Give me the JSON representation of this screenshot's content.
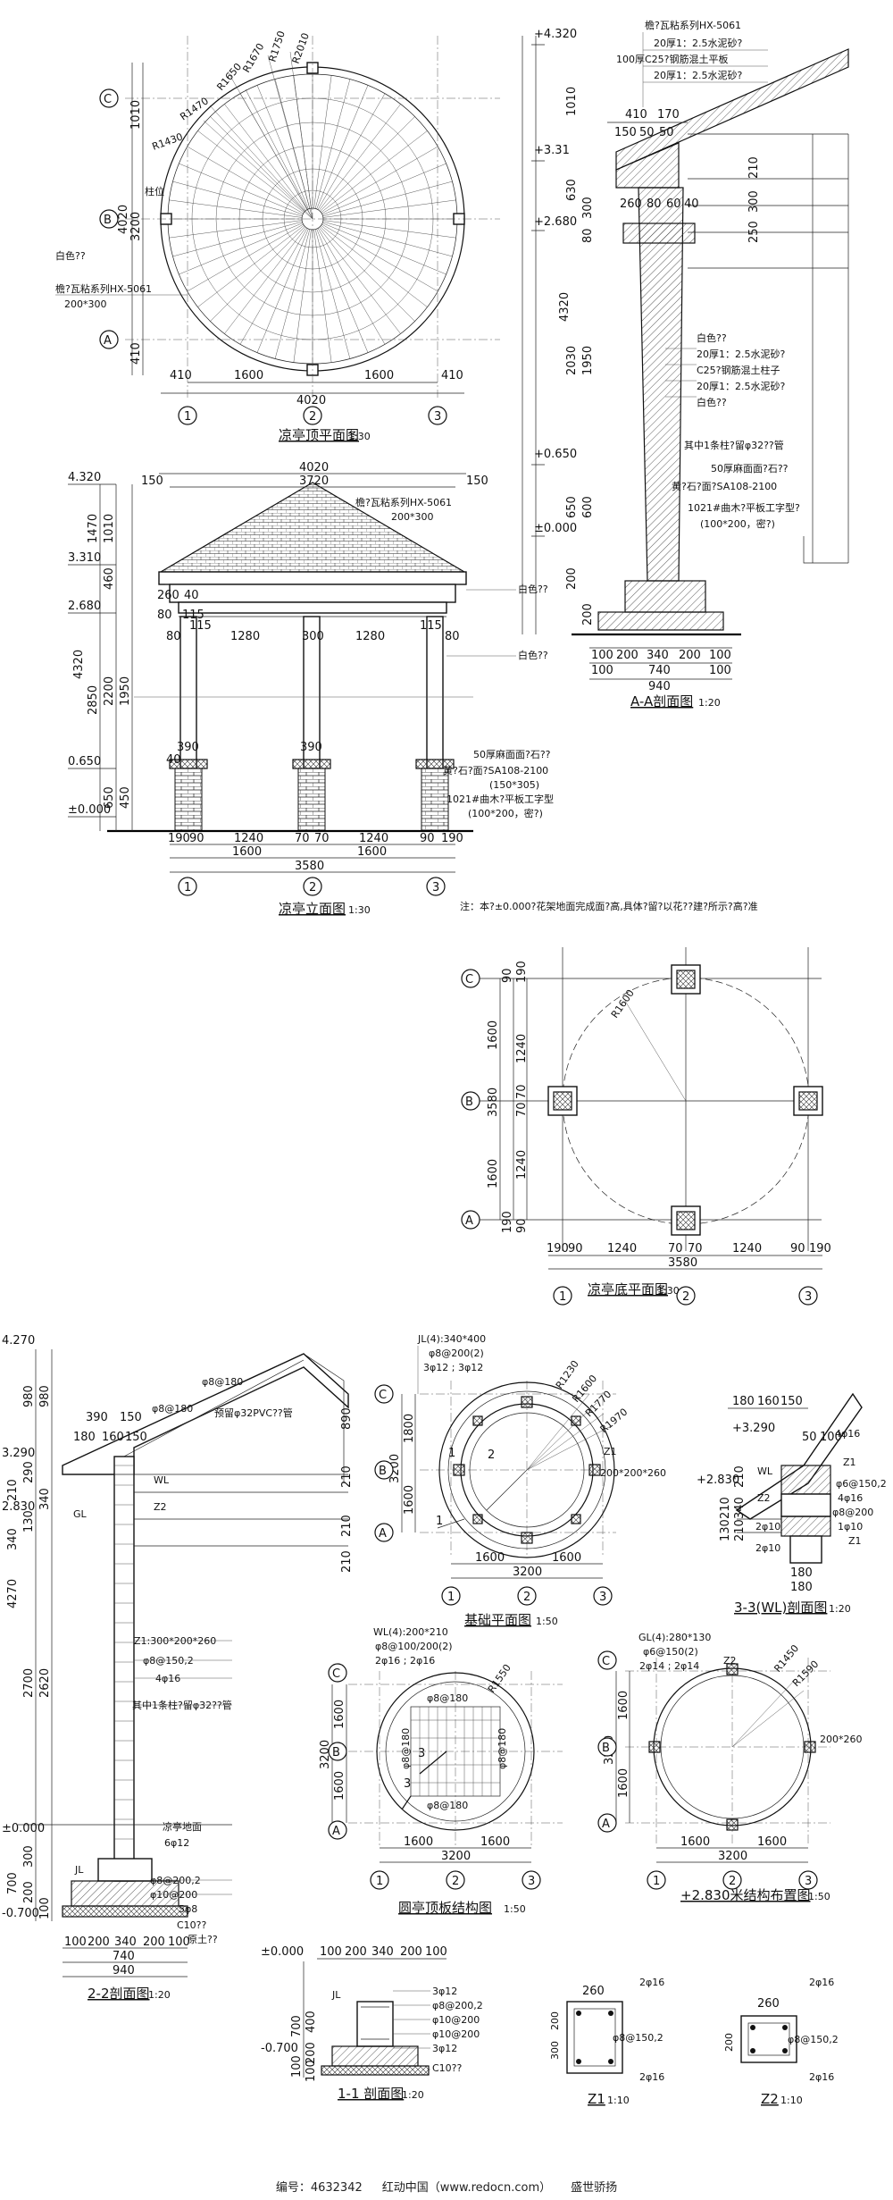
{
  "roof_plan": {
    "title": "凉亭顶平面图",
    "scale": "1:30",
    "radii": [
      "R2010",
      "R1750",
      "R1670",
      "R1650",
      "R1470",
      "R1430"
    ],
    "widths": [
      "410",
      "1600",
      "4020",
      "1600",
      "410"
    ],
    "side_dims": [
      "1010",
      "4020",
      "3200",
      "410"
    ],
    "grid_rows": [
      "C",
      "B",
      "A"
    ],
    "grid_cols": [
      "1",
      "2",
      "3"
    ],
    "notes": [
      "柱位",
      "白色??",
      "檐?瓦粘系列HX-5061",
      "200*300"
    ]
  },
  "section_aa": {
    "title": "A-A剖面图",
    "scale": "1:20",
    "levels": [
      "+4.320",
      "+3.31",
      "+2.680",
      "+0.650",
      "±0.000"
    ],
    "roof_notes": [
      "檐?瓦粘系列HX-5061",
      "20厚1：2.5水泥砂?",
      "100厚C25?钢筋混土平板",
      "20厚1：2.5水泥砂?"
    ],
    "top_dims": [
      "410",
      "170",
      "150",
      "50",
      "50",
      "260",
      "80",
      "60"
    ],
    "side_dims": [
      "1010",
      "630",
      "300",
      "80",
      "4320",
      "2030",
      "1950",
      "650",
      "600",
      "200",
      "200",
      "250",
      "210",
      "300"
    ],
    "col_notes": [
      "白色??",
      "20厚1：2.5水泥砂?",
      "C25?钢筋混土柱子",
      "20厚1：2.5水泥砂?",
      "白色??"
    ],
    "base_notes": [
      "其中1条柱?留φ32??管",
      "50厚麻面面?石??",
      "黄?石?面?SA108-2100",
      "1021#曲木?平板工字型?",
      "(100*200，密?)"
    ],
    "bottom_dims": [
      "100",
      "200",
      "340",
      "200",
      "100",
      "100",
      "740",
      "100",
      "940"
    ],
    "top_angle": "40"
  },
  "elevation": {
    "title": "凉亭立面图",
    "scale": "1:30",
    "levels": [
      "4.320",
      "3.310",
      "2.680",
      "0.650",
      "±0.000"
    ],
    "top_dims": [
      "4020",
      "3720",
      "150",
      "150"
    ],
    "roof_note": "檐?瓦粘系列HX-5061",
    "roof_size": "200*300",
    "beam_dims": [
      "80",
      "115",
      "1280",
      "300",
      "1280",
      "115",
      "80"
    ],
    "left_dims": [
      "1470",
      "1010",
      "460",
      "4320",
      "2850",
      "2200",
      "1950",
      "650",
      "450"
    ],
    "inner_dims": [
      "260",
      "40",
      "80",
      "115",
      "390",
      "40",
      "390"
    ],
    "bottom_dims": [
      "190",
      "90",
      "1240",
      "70",
      "70",
      "1240",
      "90",
      "190",
      "1600",
      "1600",
      "3580"
    ],
    "right_notes": [
      "白色??",
      "白色??",
      "50厚麻面面?石??",
      "黄?石?面?SA108-2100",
      "(150*305)",
      "1021#曲木?平板工字型",
      "(100*200，密?)"
    ],
    "footnote": "注：本?±0.000?花架地面完成面?高,具体?留?以花??建?所示?高?准"
  },
  "base_plan": {
    "title": "凉亭底平面图",
    "scale": "1:30",
    "radius": "R1600",
    "left_dims": [
      "1600",
      "3580",
      "1240",
      "70",
      "70",
      "1240",
      "1600",
      "90",
      "190",
      "190",
      "90"
    ],
    "bottom_dims": [
      "190",
      "90",
      "1240",
      "70",
      "70",
      "1240",
      "90",
      "190",
      "3580"
    ],
    "grid_rows": [
      "C",
      "B",
      "A"
    ],
    "grid_cols": [
      "1",
      "2",
      "3"
    ]
  },
  "section_22": {
    "title": "2-2剖面图",
    "scale": "1:20",
    "levels": [
      "4.270",
      "3.290",
      "2.830",
      "±0.000",
      "-0.700"
    ],
    "roof_notes": [
      "φ8@180",
      "φ8@180",
      "预留φ32PVC??管"
    ],
    "top_dims": [
      "390",
      "150",
      "180",
      "160",
      "150"
    ],
    "labels": [
      "WL",
      "Z2",
      "GL",
      "Z1:300*200*260",
      "φ8@150,2",
      "4φ16",
      "其中1条柱?留φ32??管",
      "凉亭地面",
      "6φ12",
      "JL",
      "φ8@200,2",
      "φ10@200",
      "5φ8",
      "C10??",
      "原土??"
    ],
    "side_dims": [
      "980",
      "890",
      "980",
      "210",
      "290",
      "340",
      "130",
      "210",
      "4270",
      "2700",
      "2620",
      "300",
      "700",
      "200",
      "100",
      "210",
      "340",
      "210"
    ],
    "bottom_dims": [
      "100",
      "200",
      "340",
      "200",
      "100",
      "740",
      "940"
    ]
  },
  "foundation_plan": {
    "title": "基础平面图",
    "scale": "1:50",
    "jl_label": "JL(4):340*400",
    "rebar": [
      "φ8@200(2)",
      "3φ12 ; 3φ12"
    ],
    "radii": [
      "R1230",
      "R1600",
      "R1770",
      "R1970"
    ],
    "z1_label": "Z1",
    "z1_size": "200*200*260",
    "left_dims": [
      "1800",
      "3200",
      "1600"
    ],
    "bottom_dims": [
      "1600",
      "1600",
      "3200"
    ],
    "marks": [
      "1",
      "2",
      "1"
    ],
    "grid_rows": [
      "C",
      "B",
      "A"
    ],
    "grid_cols": [
      "1",
      "2",
      "3"
    ]
  },
  "section_33": {
    "title": "3-3(WL)剖面图",
    "scale": "1:20",
    "levels": [
      "+3.290",
      "+2.830"
    ],
    "top_dims": [
      "180",
      "160",
      "150",
      "50",
      "100"
    ],
    "labels": [
      "4φ16",
      "Z1",
      "WL",
      "Z2",
      "φ6@150,2",
      "4φ16",
      "φ8@200",
      "1φ10",
      "2φ10",
      "Z1",
      "2φ10"
    ],
    "side_dims": [
      "210",
      "340",
      "210",
      "130",
      "210"
    ],
    "bottom_dims": [
      "180",
      "180"
    ]
  },
  "roof_slab_plan": {
    "title": "圆亭顶板结构图",
    "scale": "1:50",
    "wl_label": "WL(4):200*210",
    "rebar": [
      "φ8@100/200(2)",
      "2φ16 ; 2φ16",
      "φ8@180",
      "φ8@180",
      "φ8@180",
      "φ8@180"
    ],
    "radius": "R1550",
    "marks": [
      "3",
      "3"
    ],
    "left_dims": [
      "1600",
      "3200",
      "1600"
    ],
    "bottom_dims": [
      "1600",
      "1600",
      "3200"
    ],
    "grid_rows": [
      "C",
      "B",
      "A"
    ],
    "grid_cols": [
      "1",
      "2",
      "3"
    ]
  },
  "beam_plan": {
    "title": "+2.830米结构布置图",
    "scale": "1:50",
    "gl_label": "GL(4):280*130",
    "rebar": [
      "φ6@150(2)",
      "2φ14 ; 2φ14"
    ],
    "radii": [
      "R1450",
      "R1590"
    ],
    "z2_label": "Z2",
    "z2_size": "200*260",
    "left_dims": [
      "1600",
      "3200",
      "1600"
    ],
    "bottom_dims": [
      "1600",
      "1600",
      "3200"
    ],
    "grid_rows": [
      "C",
      "B",
      "A"
    ],
    "grid_cols": [
      "1",
      "2",
      "3"
    ]
  },
  "section_11": {
    "title": "1-1 剖面图",
    "scale": "1:20",
    "levels": [
      "±0.000",
      "-0.700"
    ],
    "top_dims": [
      "100",
      "200",
      "340",
      "200",
      "100"
    ],
    "labels": [
      "3φ12",
      "φ8@200,2",
      "φ10@200",
      "φ10@200",
      "3φ12",
      "C10??"
    ],
    "left_label": "JL",
    "side_dims": [
      "700",
      "400",
      "200",
      "100",
      "100"
    ]
  },
  "z1_detail": {
    "title": "Z1",
    "scale": "1:10",
    "dims": [
      "260",
      "300",
      "200"
    ],
    "labels": [
      "2φ16",
      "φ8@150,2",
      "2φ16"
    ]
  },
  "z2_detail": {
    "title": "Z2",
    "scale": "1:10",
    "dims": [
      "260",
      "200"
    ],
    "labels": [
      "2φ16",
      "φ8@150,2",
      "2φ16"
    ]
  },
  "footer": {
    "id_text": "编号：4632342",
    "site_text": "红动中国（www.redocn.com）",
    "author_text": "盛世骄扬"
  }
}
